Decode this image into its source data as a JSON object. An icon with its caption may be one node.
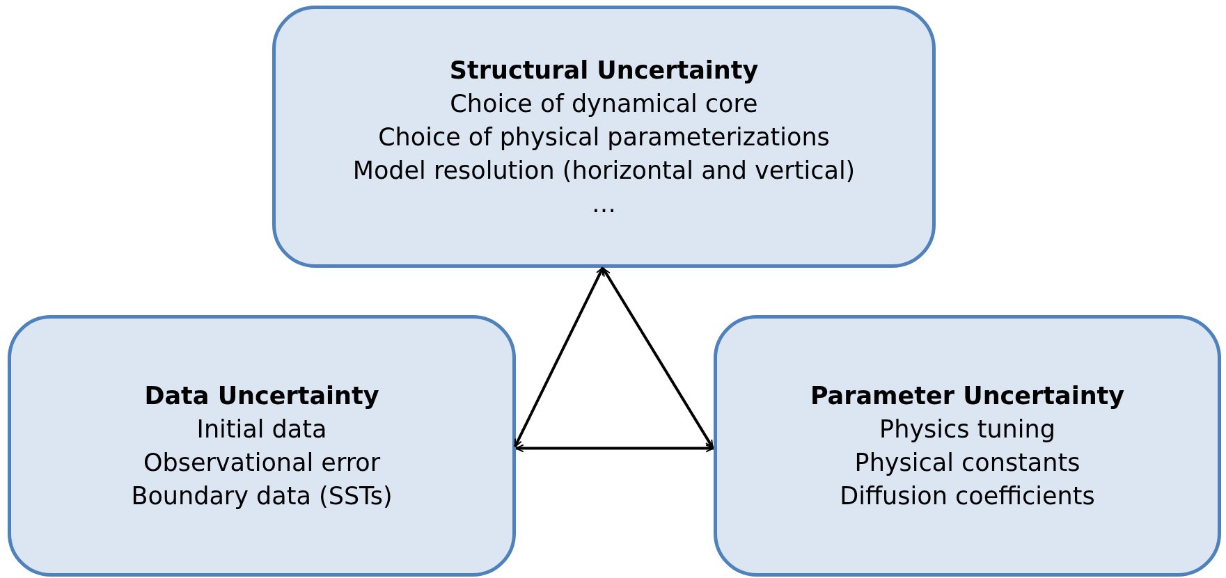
{
  "diagram": {
    "nodes": [
      {
        "text": [
          "Structural Uncertainty",
          "Choice of dynamical core",
          "Choice of physical parameterizations",
          "Model resolution (horizontal and vertical)",
          "…"
        ]
      },
      {
        "text": [
          "Data Uncertainty",
          "Initial data",
          "Observational error",
          "Boundary data (SSTs)"
        ]
      },
      {
        "text": [
          "Parameter Uncertainty",
          "Physics tuning",
          "Physical constants",
          "Diffusion coefficients"
        ]
      }
    ],
    "edges": [
      {
        "from": 0,
        "to": 1,
        "arrow": "both"
      },
      {
        "from": 0,
        "to": 2,
        "arrow": "both"
      },
      {
        "from": 1,
        "to": 2,
        "arrow": "both"
      }
    ]
  }
}
